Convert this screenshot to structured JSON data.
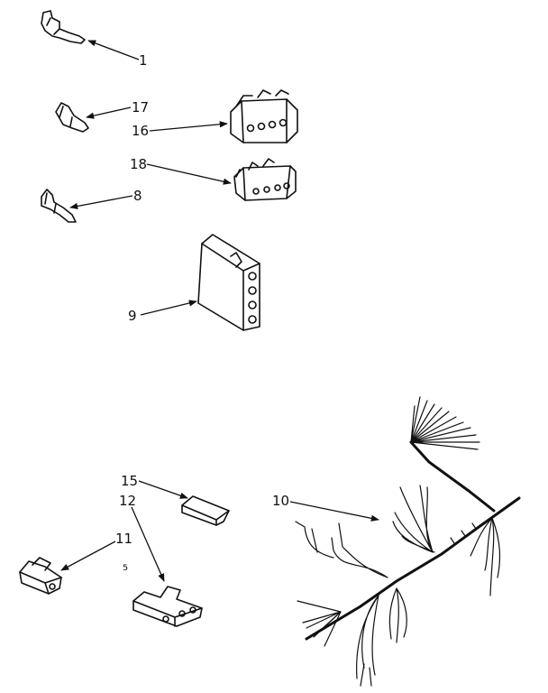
{
  "callouts": {
    "p1": "1",
    "p17": "17",
    "p16": "16",
    "p18": "18",
    "p8": "8",
    "p9": "9",
    "p15": "15",
    "p12": "12",
    "p11": "11",
    "p10": "10"
  },
  "colors": {
    "ink": "#111111",
    "paper": "#ffffff"
  }
}
